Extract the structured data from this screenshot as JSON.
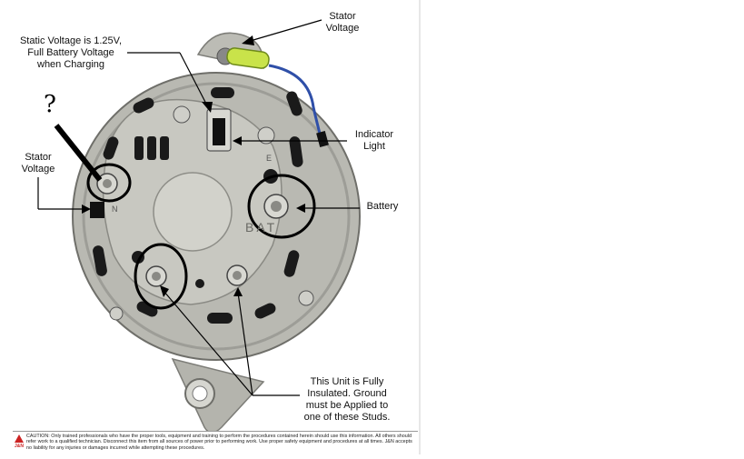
{
  "labels": {
    "stator_voltage_top": [
      "Stator",
      "Voltage"
    ],
    "static_voltage": [
      "Static Voltage is 1.25V,",
      "Full Battery Voltage",
      "when Charging"
    ],
    "question_mark": "?",
    "stator_voltage_left": [
      "Stator",
      "Voltage"
    ],
    "indicator_light": [
      "Indicator",
      "Light"
    ],
    "battery": "Battery",
    "ground_note": [
      "This Unit is Fully",
      "Insulated.  Ground",
      "must be Applied to",
      "one of these Studs."
    ]
  },
  "housing_marks": {
    "bat": "BAT",
    "e": "E",
    "n": "N"
  },
  "caution": {
    "logo": "J&N",
    "text": "CAUTION: Only trained professionals who have the proper tools, equipment and training to perform the procedures contained herein should use this information. All others should refer work to a qualified technician.  Disconnect this item from all sources of power prior to performing work.  Use proper safety equipment and procedures at all times. J&N accepts no liability for any injuries or damages incurred while attempting these procedures."
  },
  "colors": {
    "housing": "#b9b9b2",
    "housing_shadow": "#8e8e88",
    "slot": "#1a1a1a",
    "wire_blue": "#2f4fa8",
    "connector_green": "#c9e34a"
  }
}
